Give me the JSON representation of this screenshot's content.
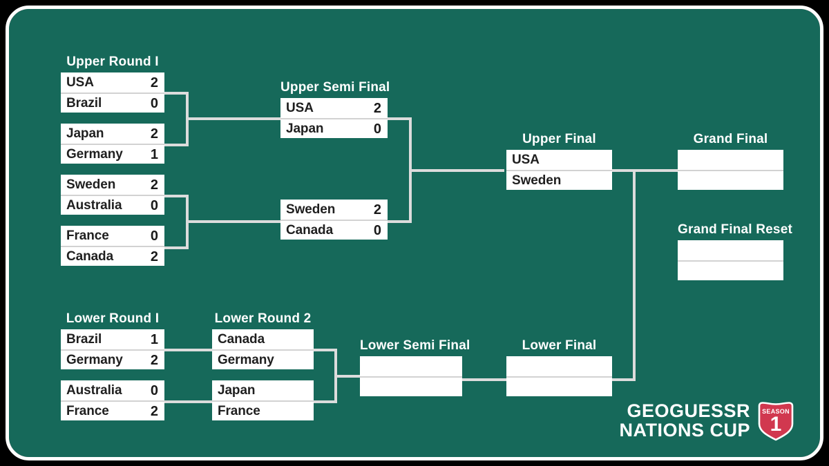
{
  "theme": {
    "background": "#000000",
    "board": "#16695a",
    "border": "#ffffff",
    "slot_bg": "#ffffff",
    "slot_divider": "#d2d2d2",
    "connector": "#dcdcdc",
    "text_dark": "#1f1f1f",
    "accent_red": "#d1384f"
  },
  "brand": {
    "line1": "GEOGUESSR",
    "line2": "NATIONS CUP",
    "shield_label": "SEASON",
    "shield_number": "1"
  },
  "bracket": {
    "upper_round_1": {
      "title": "Upper Round I",
      "matches": [
        {
          "slots": [
            {
              "team": "USA",
              "score": "2"
            },
            {
              "team": "Brazil",
              "score": "0"
            }
          ]
        },
        {
          "slots": [
            {
              "team": "Japan",
              "score": "2"
            },
            {
              "team": "Germany",
              "score": "1"
            }
          ]
        },
        {
          "slots": [
            {
              "team": "Sweden",
              "score": "2"
            },
            {
              "team": "Australia",
              "score": "0"
            }
          ]
        },
        {
          "slots": [
            {
              "team": "France",
              "score": "0"
            },
            {
              "team": "Canada",
              "score": "2"
            }
          ]
        }
      ]
    },
    "upper_semi_final": {
      "title": "Upper Semi Final",
      "matches": [
        {
          "slots": [
            {
              "team": "USA",
              "score": "2"
            },
            {
              "team": "Japan",
              "score": "0"
            }
          ]
        },
        {
          "slots": [
            {
              "team": "Sweden",
              "score": "2"
            },
            {
              "team": "Canada",
              "score": "0"
            }
          ]
        }
      ]
    },
    "upper_final": {
      "title": "Upper Final",
      "matches": [
        {
          "slots": [
            {
              "team": "USA",
              "score": ""
            },
            {
              "team": "Sweden",
              "score": ""
            }
          ]
        }
      ]
    },
    "grand_final": {
      "title": "Grand Final",
      "matches": [
        {
          "slots": [
            {
              "team": "",
              "score": ""
            },
            {
              "team": "",
              "score": ""
            }
          ]
        }
      ]
    },
    "grand_final_reset": {
      "title": "Grand Final Reset",
      "matches": [
        {
          "slots": [
            {
              "team": "",
              "score": ""
            },
            {
              "team": "",
              "score": ""
            }
          ]
        }
      ]
    },
    "lower_round_1": {
      "title": "Lower Round I",
      "matches": [
        {
          "slots": [
            {
              "team": "Brazil",
              "score": "1"
            },
            {
              "team": "Germany",
              "score": "2"
            }
          ]
        },
        {
          "slots": [
            {
              "team": "Australia",
              "score": "0"
            },
            {
              "team": "France",
              "score": "2"
            }
          ]
        }
      ]
    },
    "lower_round_2": {
      "title": "Lower Round 2",
      "matches": [
        {
          "slots": [
            {
              "team": "Canada",
              "score": ""
            },
            {
              "team": "Germany",
              "score": ""
            }
          ]
        },
        {
          "slots": [
            {
              "team": "Japan",
              "score": ""
            },
            {
              "team": "France",
              "score": ""
            }
          ]
        }
      ]
    },
    "lower_semi_final": {
      "title": "Lower Semi Final",
      "matches": [
        {
          "slots": [
            {
              "team": "",
              "score": ""
            },
            {
              "team": "",
              "score": ""
            }
          ]
        }
      ]
    },
    "lower_final": {
      "title": "Lower Final",
      "matches": [
        {
          "slots": [
            {
              "team": "",
              "score": ""
            },
            {
              "team": "",
              "score": ""
            }
          ]
        }
      ]
    }
  }
}
